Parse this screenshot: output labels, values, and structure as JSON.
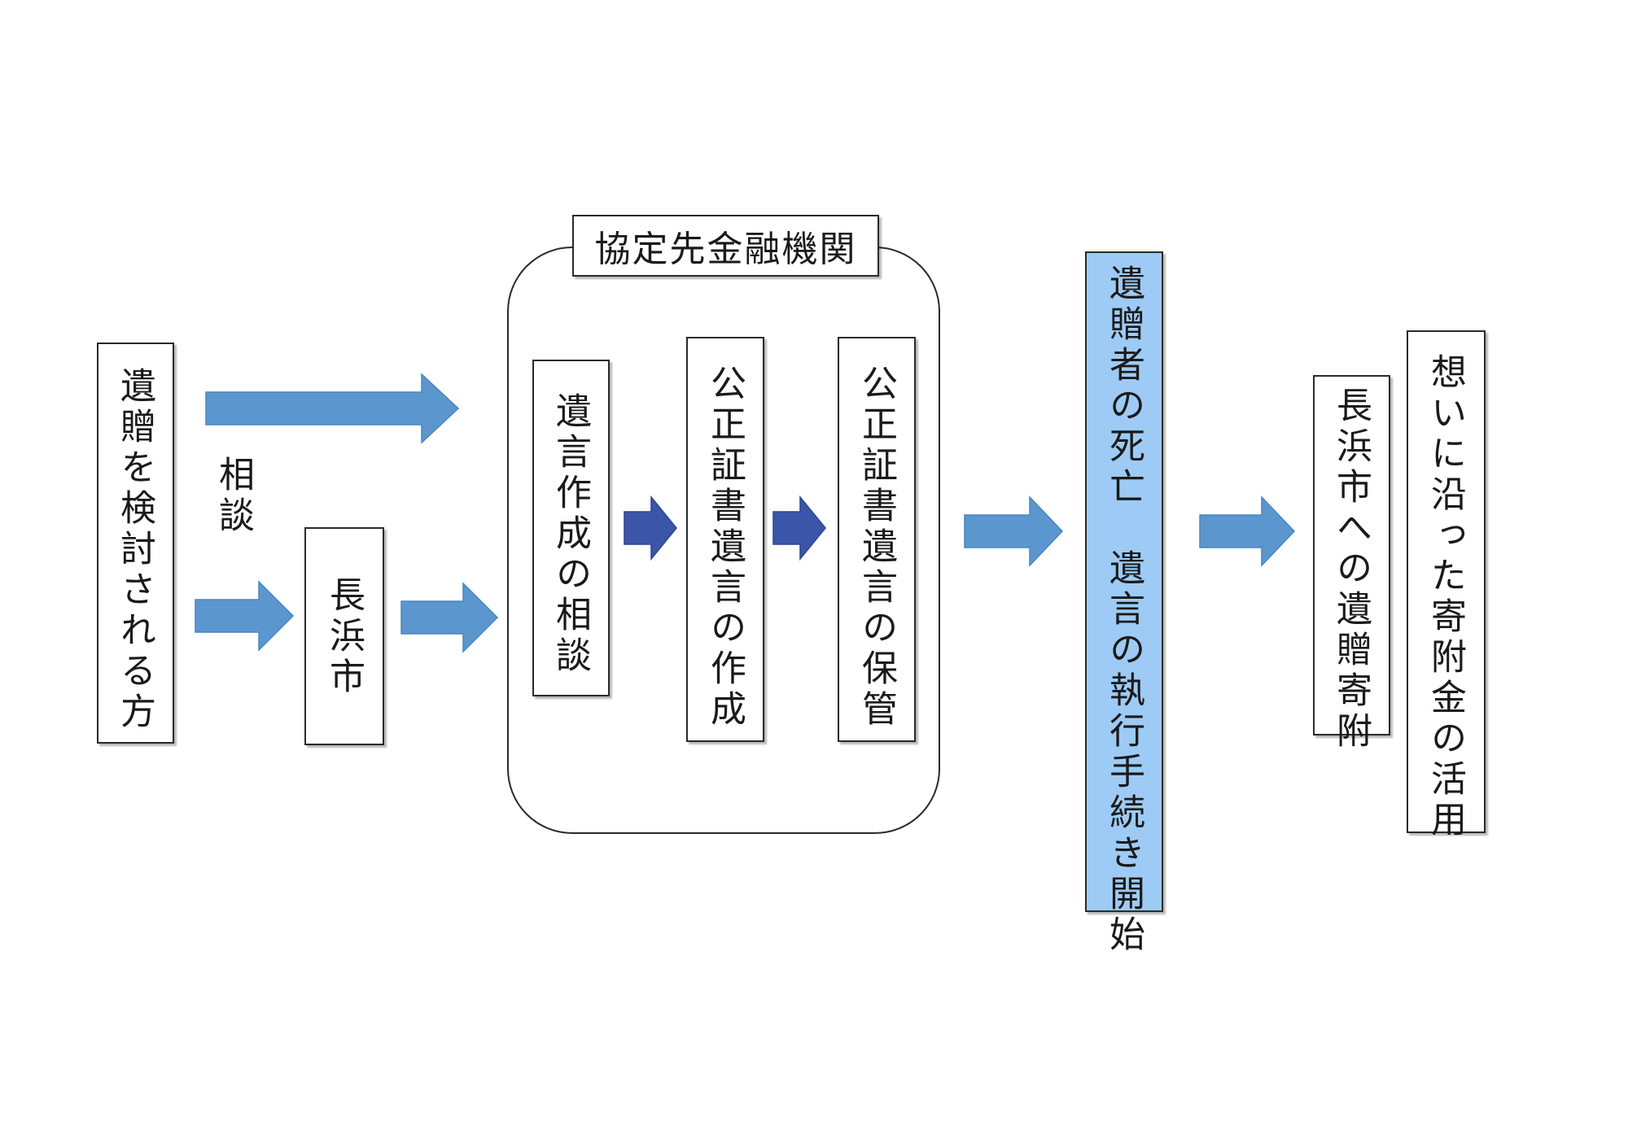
{
  "nodes": {
    "donor": "遺贈を検討される方",
    "consult_label": "相談",
    "city": "長浜市",
    "institution_group_label": "協定先金融機関",
    "will_consult": "遺言作成の相談",
    "notarial_create": "公正証書遺言の作成",
    "notarial_store": "公正証書遺言の保管",
    "death_execution": "遺贈者の死亡　遺言の執行手続き開始",
    "bequest": "長浜市への遺贈寄附",
    "utilization": "想いに沿った寄附金の活用"
  },
  "colors": {
    "arrow_light": "#5b97ce",
    "arrow_dark": "#3b55a8",
    "highlight": "#9dcbf5",
    "border": "#2a2a2a"
  }
}
